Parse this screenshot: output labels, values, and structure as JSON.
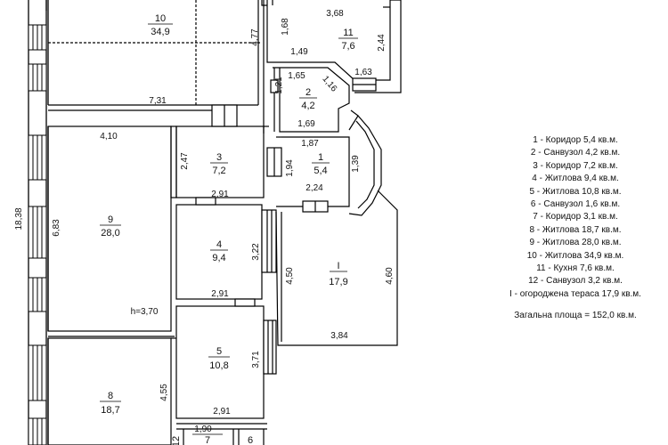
{
  "dimensions": {
    "d_3_68": "3,68",
    "d_1_68": "1,68",
    "d_4_77": "4,77",
    "d_2_44": "2,44",
    "d_1_49": "1,49",
    "d_1_63": "1,63",
    "d_1_65": "1,65",
    "d_1_21": "1,21",
    "d_1_16": "1,16",
    "d_7_31": "7,31",
    "d_1_69": "1,69",
    "d_4_10": "4,10",
    "d_1_87": "1,87",
    "d_2_47": "2,47",
    "d_1_94": "1,94",
    "d_1_39": "1,39",
    "d_2_24": "2,24",
    "d_2_91_a": "2,91",
    "d_18_38": "18,38",
    "d_6_83": "6,83",
    "d_3_22": "3,22",
    "d_4_50": "4,50",
    "d_4_60": "4,60",
    "d_2_91_b": "2,91",
    "d_3_84": "3,84",
    "d_3_71": "3,71",
    "d_4_55": "4,55",
    "d_2_91_c": "2,91",
    "d_1_90": "1,90",
    "height_label": "h=3,70"
  },
  "rooms": {
    "r10": {
      "num": "10",
      "area": "34,9"
    },
    "r11": {
      "num": "11",
      "area": "7,6"
    },
    "r2": {
      "num": "2",
      "area": "4,2"
    },
    "r3": {
      "num": "3",
      "area": "7,2"
    },
    "r1": {
      "num": "1",
      "area": "5,4"
    },
    "r9": {
      "num": "9",
      "area": "28,0"
    },
    "r4": {
      "num": "4",
      "area": "9,4"
    },
    "rI": {
      "num": "I",
      "area": "17,9"
    },
    "r5": {
      "num": "5",
      "area": "10,8"
    },
    "r8": {
      "num": "8",
      "area": "18,7"
    },
    "r7": {
      "num": "7"
    },
    "r12": {
      "num": "12"
    },
    "r6": {
      "num": "6"
    }
  },
  "legend": {
    "items": [
      "1 - Коридор 5,4 кв.м.",
      "2 - Санвузол 4,2 кв.м.",
      "3 - Коридор 7,2 кв.м.",
      "4 - Житлова 9,4 кв.м.",
      "5 - Житлова 10,8 кв.м.",
      "6 - Санвузол 1,6 кв.м.",
      "7 - Коридор 3,1 кв.м.",
      "8 - Житлова 18,7 кв.м.",
      "9 - Житлова 28,0 кв.м.",
      "10 - Житлова 34,9 кв.м.",
      "11 - Кухня 7,6 кв.м.",
      "12 - Санвузол 3,2 кв.м.",
      "I - огороджена тераса 17,9 кв.м."
    ],
    "total": "Загальна площа = 152,0 кв.м."
  }
}
